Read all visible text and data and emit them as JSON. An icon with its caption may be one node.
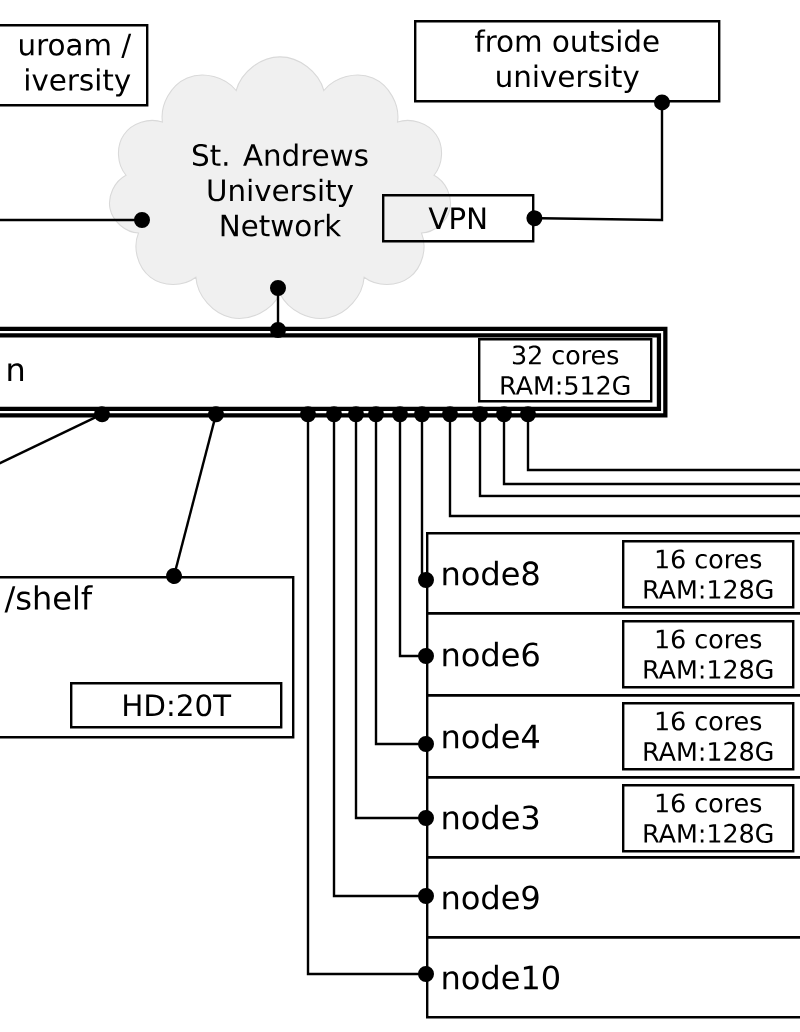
{
  "diagram": {
    "nodes": [
      {
        "text": [
          "uroam / iversity"
        ]
      },
      {
        "text": [
          "from outside university"
        ]
      },
      {
        "text": [
          "St. Andrews University Network"
        ]
      },
      {
        "text": [
          "VPN"
        ]
      },
      {
        "text": [
          "n"
        ]
      },
      {
        "text": [
          "32 cores RAM:512G"
        ],
        "in": 4
      },
      {
        "text": [
          "/shelf"
        ]
      },
      {
        "text": [
          "HD:20T"
        ],
        "in": 6
      },
      {
        "text": [
          "node8"
        ]
      },
      {
        "text": [
          "16 cores RAM:128G"
        ],
        "in": 8
      },
      {
        "text": [
          "node6"
        ]
      },
      {
        "text": [
          "16 cores RAM:128G"
        ],
        "in": 10
      },
      {
        "text": [
          "node4"
        ]
      },
      {
        "text": [
          "16 cores RAM:128G"
        ],
        "in": 12
      },
      {
        "text": [
          "node3"
        ]
      },
      {
        "text": [
          "16 cores RAM:128G"
        ],
        "in": 14
      },
      {
        "text": [
          "node9"
        ]
      },
      {
        "text": [
          "node10"
        ]
      }
    ],
    "edges": [
      {
        "from": null,
        "to": 2,
        "arrow": "other"
      },
      {
        "from": 1,
        "to": 3,
        "arrow": "other"
      },
      {
        "from": 2,
        "to": 4,
        "arrow": "other"
      },
      {
        "from": 4,
        "to": null,
        "arrow": "other"
      },
      {
        "from": 4,
        "to": 6,
        "arrow": "other"
      },
      {
        "from": 4,
        "to": 17,
        "arrow": "other"
      },
      {
        "from": 4,
        "to": 16,
        "arrow": "other"
      },
      {
        "from": 4,
        "to": 14,
        "arrow": "other"
      },
      {
        "from": 4,
        "to": 12,
        "arrow": "other"
      },
      {
        "from": 4,
        "to": 10,
        "arrow": "other"
      },
      {
        "from": 4,
        "to": 8,
        "arrow": "other"
      },
      {
        "from": 4,
        "to": null,
        "arrow": "other"
      },
      {
        "from": 4,
        "to": null,
        "arrow": "other"
      },
      {
        "from": 4,
        "to": null,
        "arrow": "other"
      },
      {
        "from": 4,
        "to": null,
        "arrow": "other"
      }
    ]
  }
}
